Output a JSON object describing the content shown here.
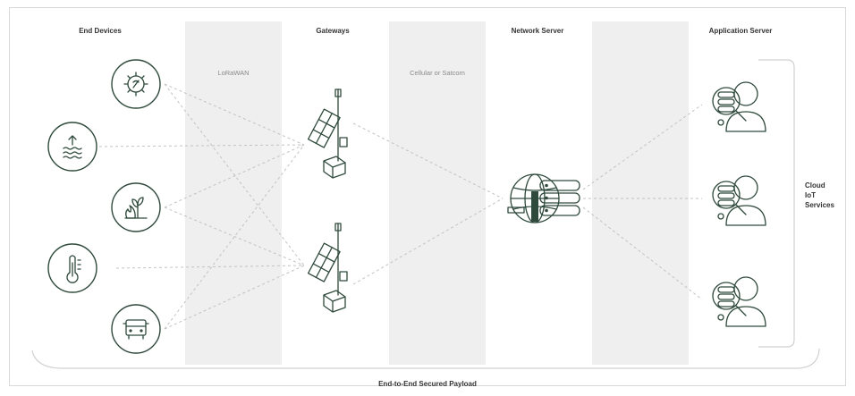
{
  "columns": {
    "end_devices": "End Devices",
    "gateways": "Gateways",
    "network_server": "Network Server",
    "application_server": "Application Server"
  },
  "bands": {
    "lorawan": "LoRaWAN",
    "cellular": "Cellular or Satcom"
  },
  "cloud_label": [
    "Cloud",
    "IoT",
    "Services"
  ],
  "footer": "End-to-End Secured Payload",
  "colors": {
    "band": "#efefef",
    "icon": "#2f4a3c",
    "connector": "#c2c2c2",
    "bracket": "#d0d0d0"
  },
  "device_icons": [
    "gear-plant-icon",
    "water-level-icon",
    "plant-fire-icon",
    "thermometer-icon",
    "vehicle-icon"
  ],
  "gateway_icons": [
    "solar-gateway-icon",
    "solar-gateway-icon"
  ],
  "network_server_icon": "globe-server-icon",
  "application_icons": [
    "user-data-icon",
    "user-data-icon",
    "user-data-icon"
  ]
}
